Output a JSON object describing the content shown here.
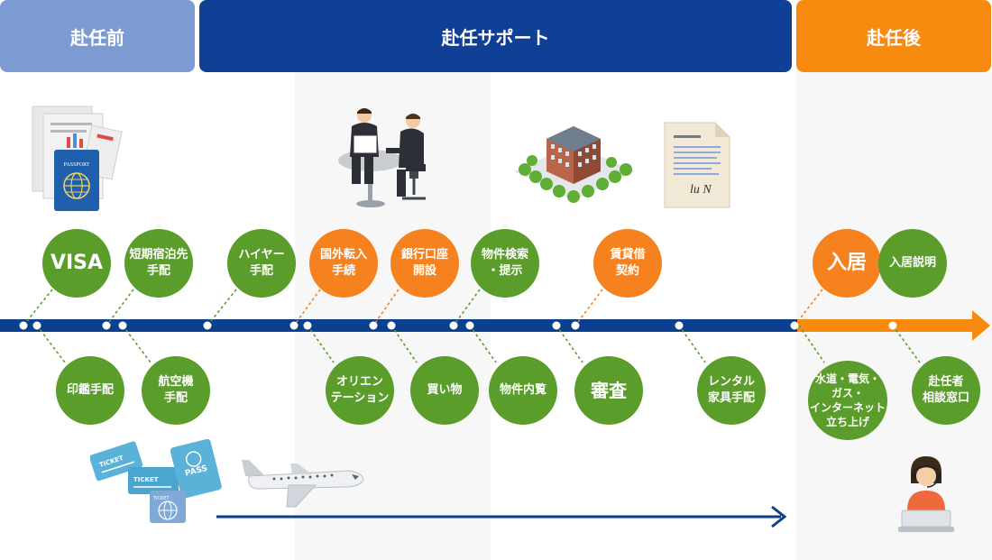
{
  "headers": {
    "before": "赴任前",
    "support": "赴任サポート",
    "after": "赴任後"
  },
  "colors": {
    "header_before": "#7b9bd2",
    "header_support": "#103f96",
    "header_after": "#f98a10",
    "timeline_blue": "#0b3f8f",
    "timeline_orange": "#f98a10",
    "green_step": "#5a9d2a",
    "orange_step": "#f5821f"
  },
  "steps": {
    "visa": "VISA",
    "short_stay": "短期宿泊先\n手配",
    "hire_car": "ハイヤー\n手配",
    "moving_in_procedure": "国外転入\n手続",
    "bank_account": "銀行口座\n開設",
    "property_search": "物件検索\n・提示",
    "lease_contract": "賃貸借\n契約",
    "move_in": "入居",
    "move_in_explanation": "入居説明",
    "seal": "印鑑手配",
    "flight": "航空機\n手配",
    "orientation": "オリエン\nテーション",
    "shopping": "買い物",
    "viewing": "物件内覧",
    "screening": "審査",
    "rental_furniture": "レンタル\n家具手配",
    "utilities": "水道・電気・\nガス・\nインターネット\n立ち上げ",
    "consultation": "赴任者\n相談窓口"
  },
  "icons": {
    "documents": "documents-passport-icon",
    "meeting": "business-meeting-icon",
    "building": "apartment-building-icon",
    "contract": "signed-contract-icon",
    "tickets": "tickets-passport-icon",
    "airplane": "airplane-icon",
    "support_operator": "support-operator-icon"
  },
  "illustration_text": {
    "passport_cover": "PASSPORT",
    "ticket_1": "TICKET",
    "ticket_2": "TICKET",
    "ticket_3": "TICKET",
    "pass_card": "PASS",
    "signature": "lu N"
  }
}
